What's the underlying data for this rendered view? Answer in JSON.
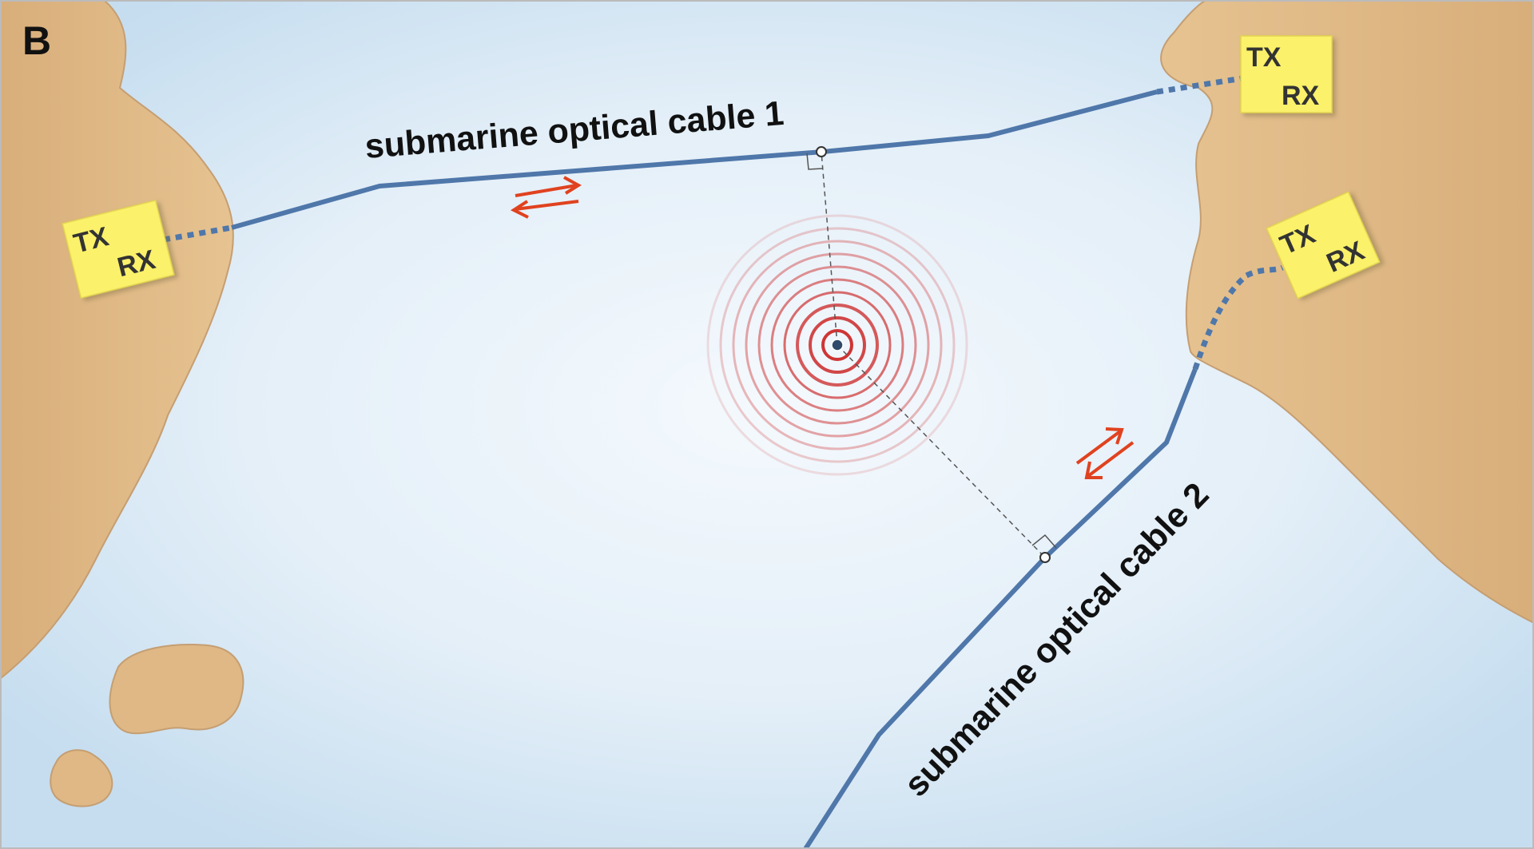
{
  "panel_label": "B",
  "cables": [
    {
      "label": "submarine optical cable 1"
    },
    {
      "label": "submarine optical cable 2"
    }
  ],
  "stations": [
    {
      "tx": "TX",
      "rx": "RX"
    },
    {
      "tx": "TX",
      "rx": "RX"
    },
    {
      "tx": "TX",
      "rx": "RX"
    }
  ],
  "colors": {
    "sea": "#cfe3f2",
    "sea_center": "#f4f9fd",
    "land": "#dfb886",
    "land_edge": "#c59e72",
    "cable": "#4f77aa",
    "station_box": "#fbf16a",
    "arrow": "#e0421f",
    "ripple": "#cc2a2a"
  }
}
